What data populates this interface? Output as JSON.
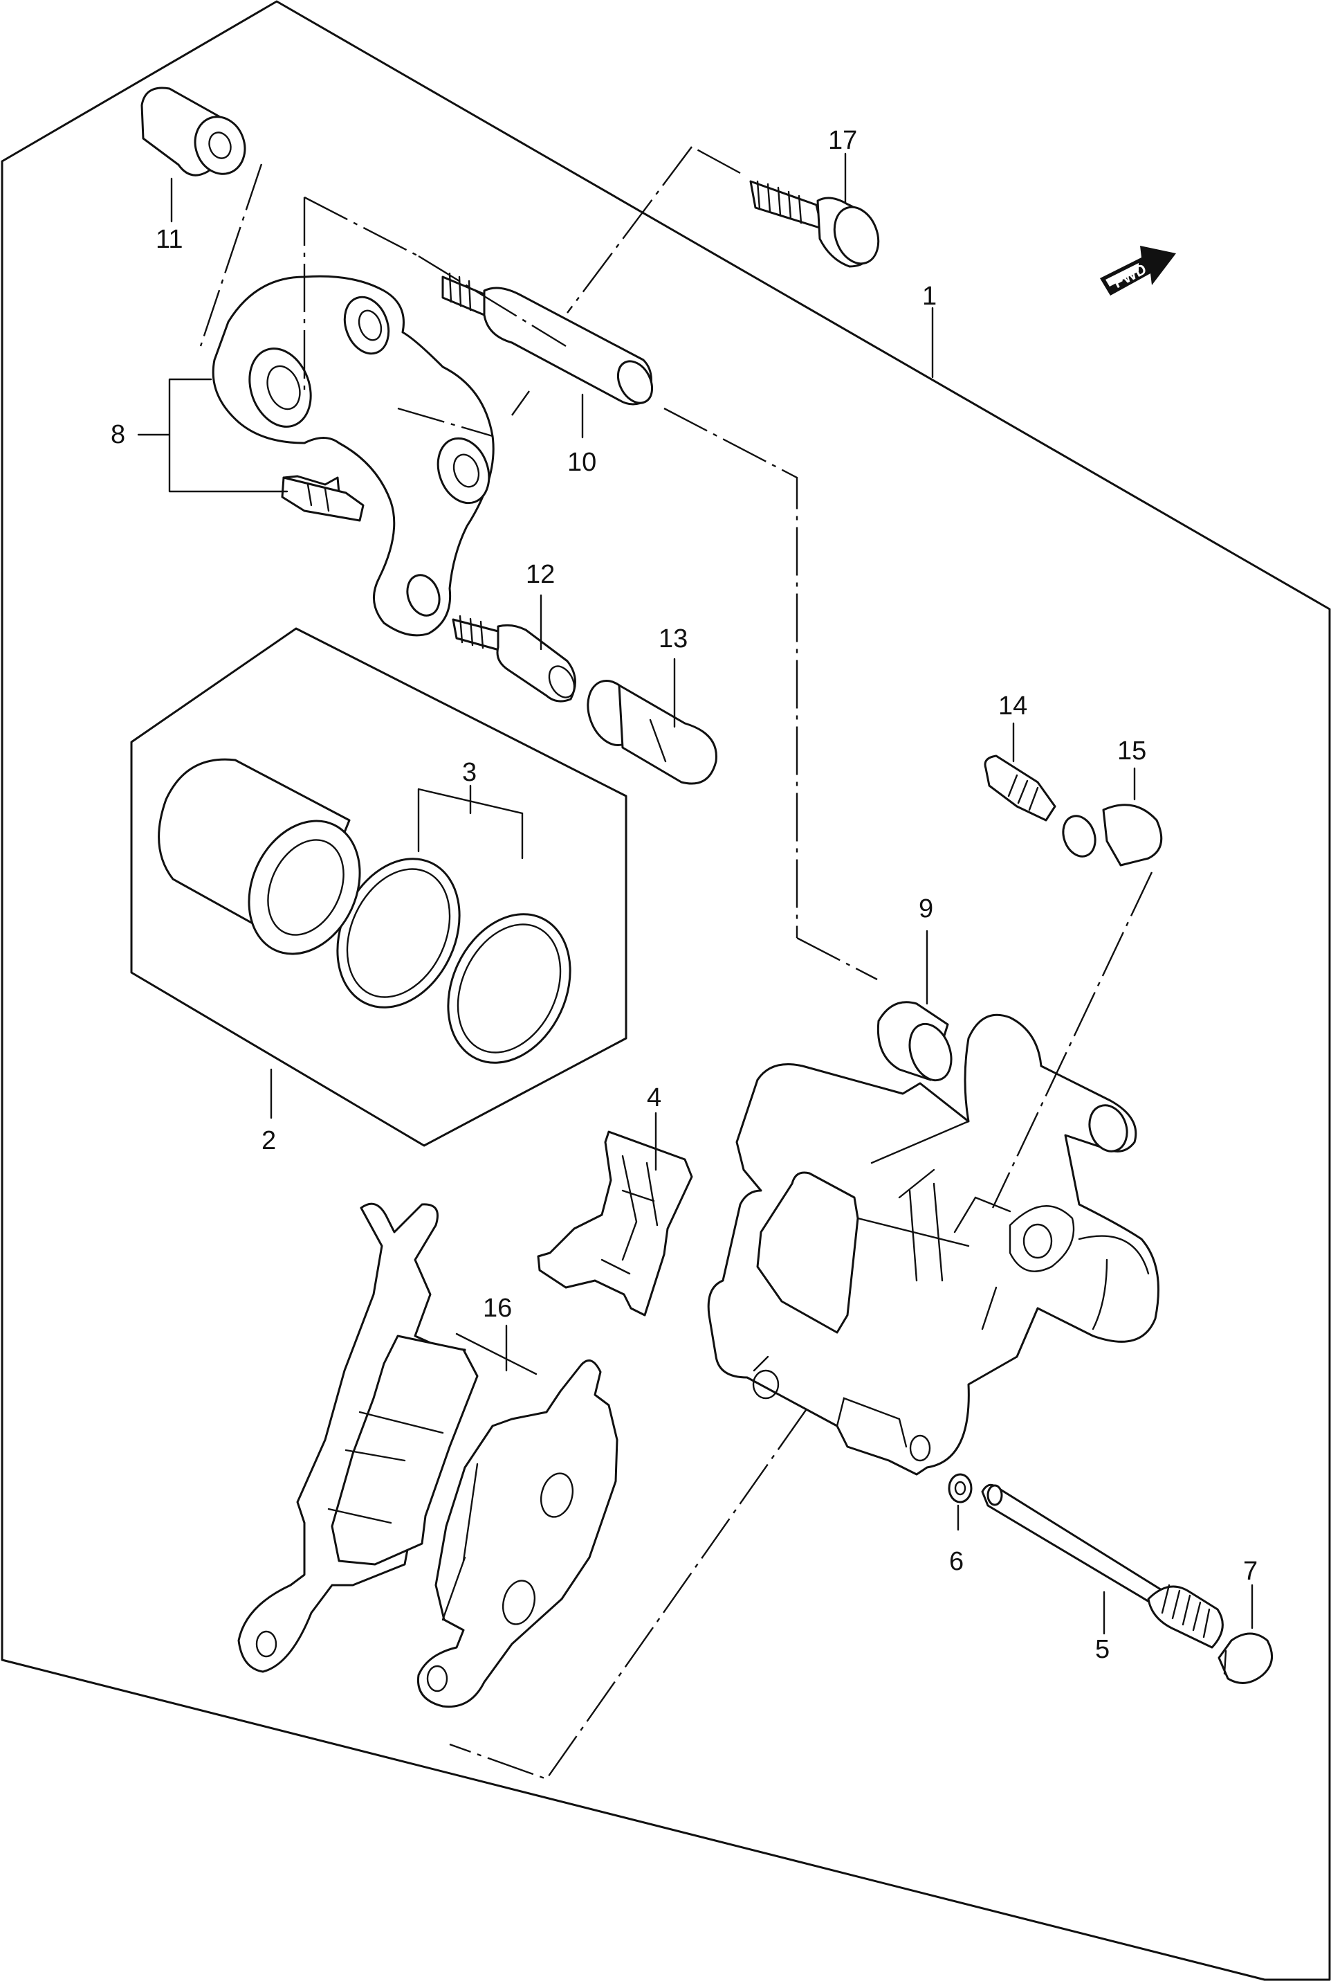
{
  "labels": {
    "p1": "1",
    "p2": "2",
    "p3": "3",
    "p4": "4",
    "p5": "5",
    "p6": "6",
    "p7": "7",
    "p8": "8",
    "p9": "9",
    "p10": "10",
    "p11": "11",
    "p12": "12",
    "p13": "13",
    "p14": "14",
    "p15": "15",
    "p16": "16",
    "p17": "17"
  },
  "fwd_badge": "FWD"
}
